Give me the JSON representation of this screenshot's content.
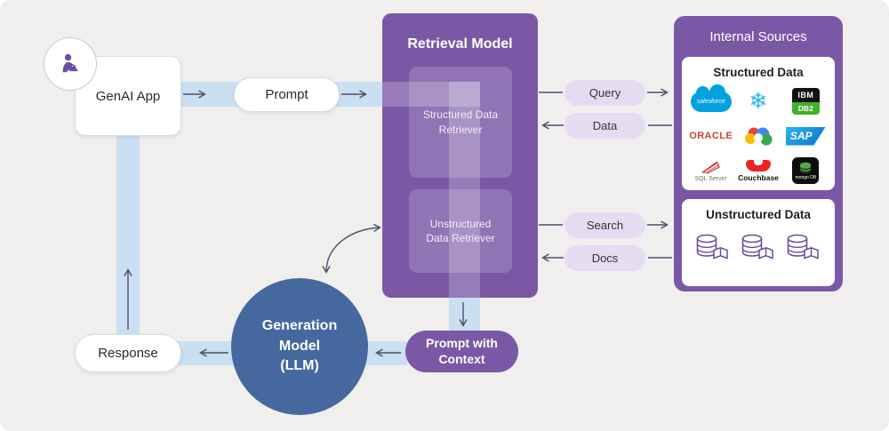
{
  "colors": {
    "background": "#F0EFEE",
    "purple": "#7B58A6",
    "lavender_pill": "#E6DCF2",
    "flow_band_blue": "#CBDFF3",
    "circle_blue": "#45689E",
    "arrow": "#47526B",
    "salesforce_blue": "#00A1E0",
    "snowflake_blue": "#29B5E8",
    "oracle_red": "#C74634",
    "couchbase_red": "#ED2226",
    "mongodb_green": "#4FAA41",
    "db2_green": "#43B02A"
  },
  "nodes": {
    "genai_app": "GenAI App",
    "prompt": "Prompt",
    "response": "Response",
    "prompt_with_context": "Prompt with Context",
    "generation_model_line1": "Generation Model",
    "generation_model_line2": "(LLM)"
  },
  "retrieval_model": {
    "title": "Retrieval Model",
    "structured_retriever": "Structured Data Retriever",
    "unstructured_retriever": "Unstructured Data Retriever"
  },
  "flow_labels": {
    "query": "Query",
    "data": "Data",
    "search": "Search",
    "docs": "Docs"
  },
  "internal_sources": {
    "title": "Internal Sources",
    "structured_title": "Structured Data",
    "unstructured_title": "Unstructured Data",
    "logos": {
      "salesforce": "salesforce",
      "snowflake_glyph": "❄",
      "ibm_top": "IBM",
      "ibm_bottom": "DB2",
      "oracle": "ORACLE",
      "sap": "SAP",
      "sql_server": "SQL Server",
      "couchbase": "Couchbase",
      "mongodb": "mongo DB"
    }
  }
}
